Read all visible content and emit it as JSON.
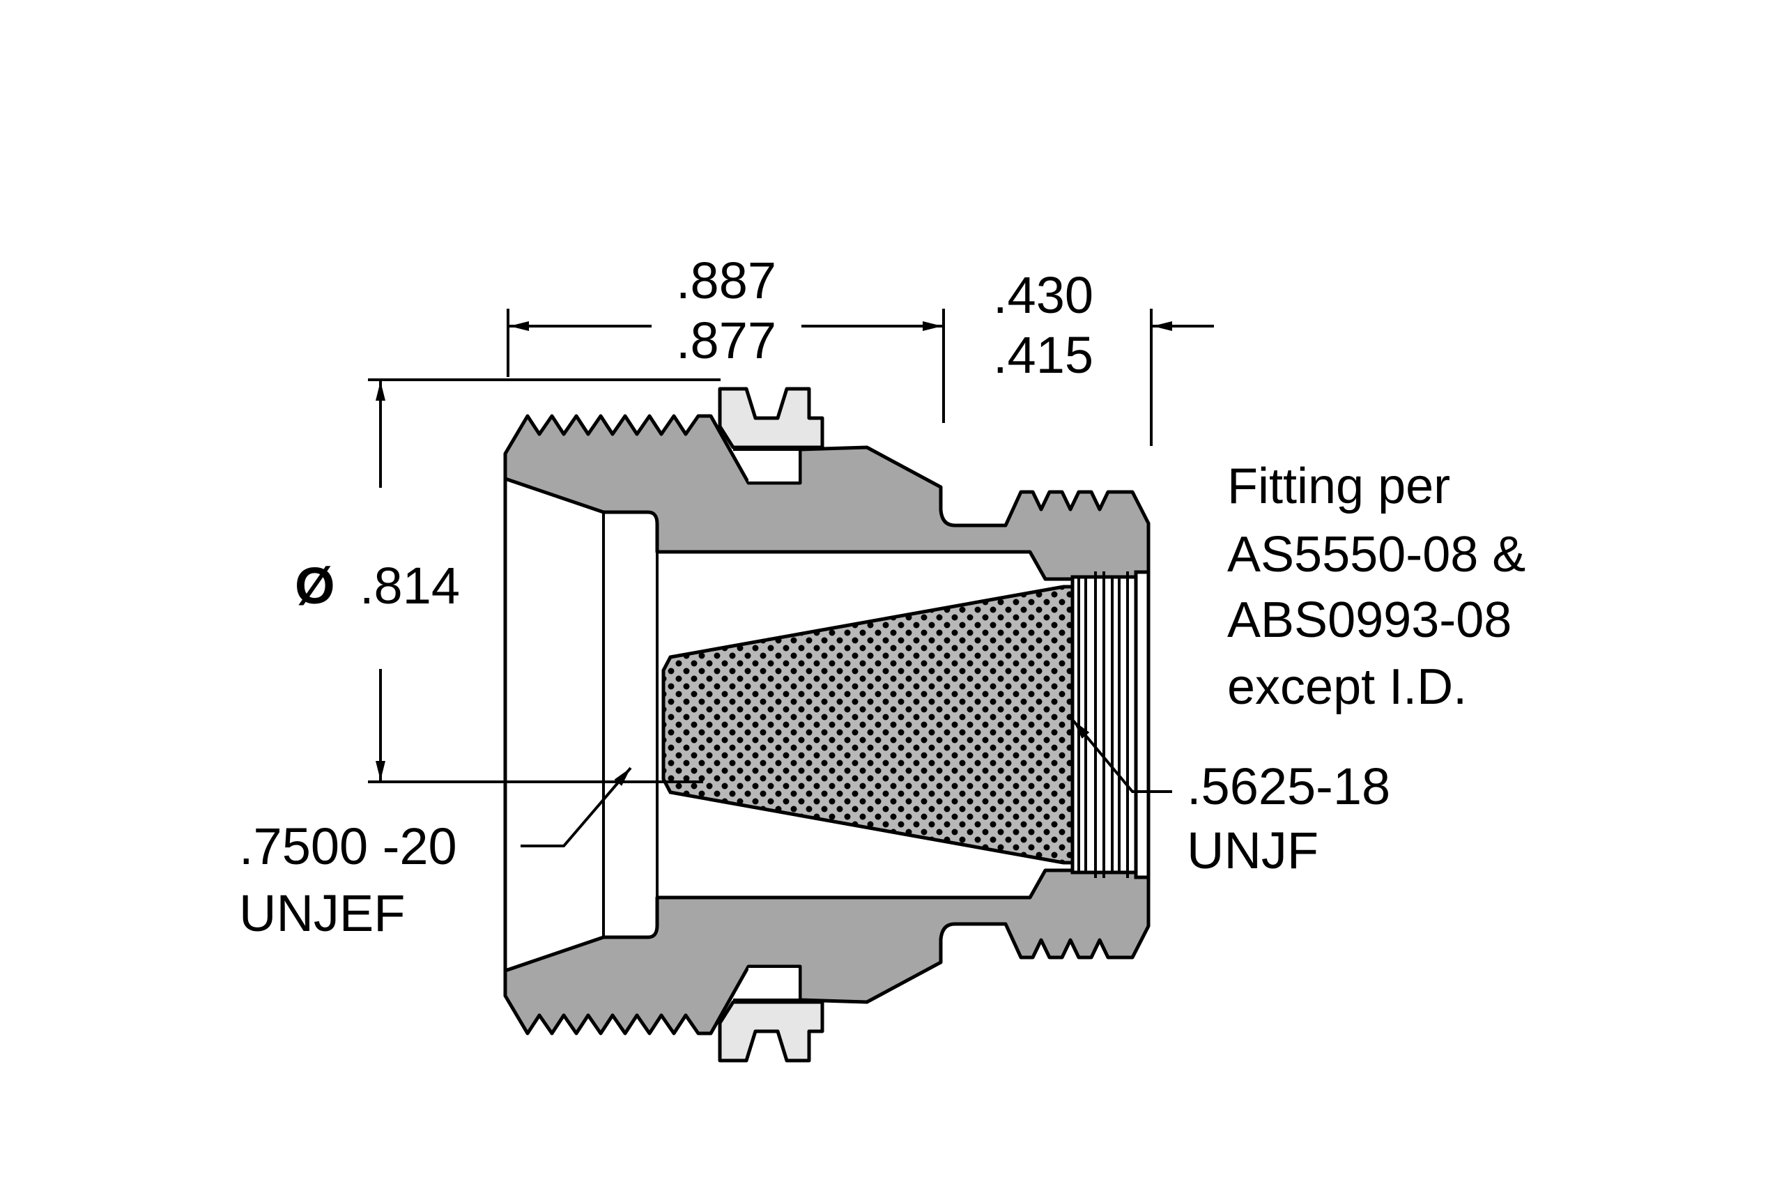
{
  "dimensions": {
    "length_a_max": ".887",
    "length_a_min": ".877",
    "length_b_max": ".430",
    "length_b_min": ".415",
    "diameter_symbol": "Ø",
    "diameter_value": ".814"
  },
  "callouts": {
    "outer_thread_line1": ".7500 -20",
    "outer_thread_line2": "UNJEF",
    "inner_thread_line1": ".5625-18",
    "inner_thread_line2": "UNJF"
  },
  "note": {
    "lines": [
      "Fitting per",
      "AS5550-08 &",
      "ABS0993-08",
      "except I.D."
    ]
  },
  "colors": {
    "body": "#a6a6a6",
    "nut": "#e6e6e6",
    "screen": "#b8b8b8"
  }
}
